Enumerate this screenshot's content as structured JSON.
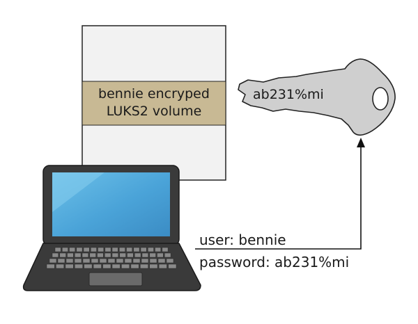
{
  "volume": {
    "line1": "bennie encryped",
    "line2": "LUKS2 volume",
    "band_color": "#c8b994",
    "panel_color": "#f2f2f2"
  },
  "key": {
    "text": "ab231%mi",
    "color": "#cfcfcf"
  },
  "credentials": {
    "user_line": "user: bennie",
    "password_line": "password: ab231%mi"
  },
  "laptop": {
    "screen_color": "#4aa3d8",
    "body_color": "#3a3a3a"
  },
  "icons": [
    "laptop-icon",
    "key-icon",
    "arrow-up-icon"
  ]
}
